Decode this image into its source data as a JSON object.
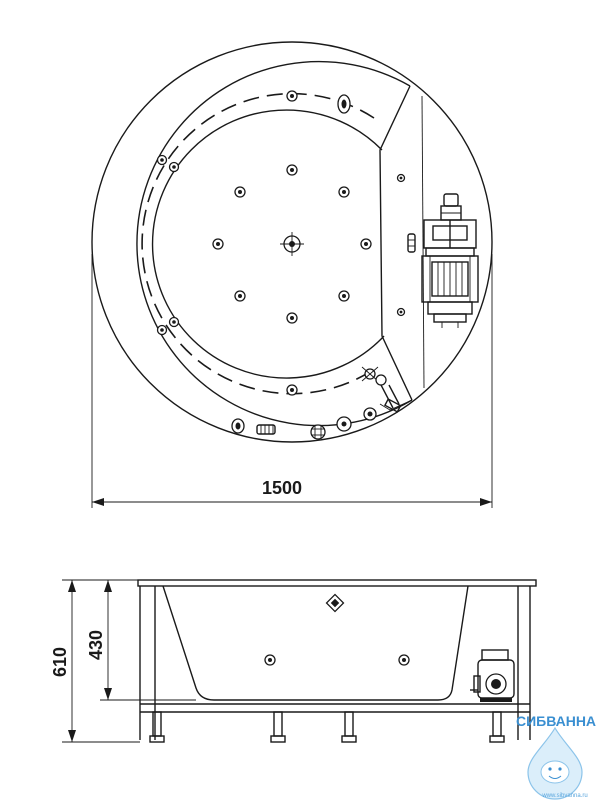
{
  "top_view": {
    "width_label": "1500"
  },
  "side_view": {
    "total_height_label": "610",
    "bowl_height_label": "430"
  },
  "logo": {
    "name": "СИБВАННА",
    "url": "www.sibvanna.ru",
    "color": "#3a8fd1"
  }
}
